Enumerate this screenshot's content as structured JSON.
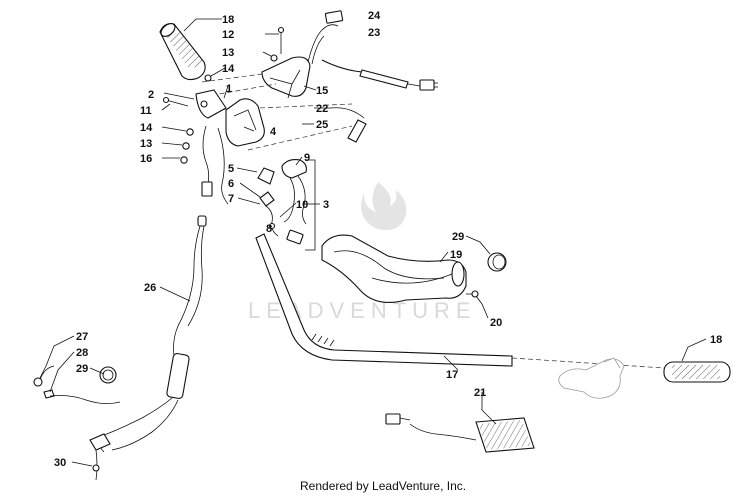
{
  "watermark": "LEADVENTURE",
  "footer": "Rendered by LeadVenture, Inc.",
  "callouts": {
    "c1": "1",
    "c2": "2",
    "c3": "3",
    "c4": "4",
    "c5": "5",
    "c6": "6",
    "c7": "7",
    "c8": "8",
    "c9": "9",
    "c10": "10",
    "c11": "11",
    "c12": "12",
    "c13a": "13",
    "c13b": "13",
    "c14a": "14",
    "c14b": "14",
    "c15": "15",
    "c16": "16",
    "c17": "17",
    "c18a": "18",
    "c18b": "18",
    "c19": "19",
    "c20": "20",
    "c21": "21",
    "c22": "22",
    "c23": "23",
    "c24": "24",
    "c25": "25",
    "c26": "26",
    "c27": "27",
    "c28": "28",
    "c29a": "29",
    "c29b": "29",
    "c30": "30"
  }
}
